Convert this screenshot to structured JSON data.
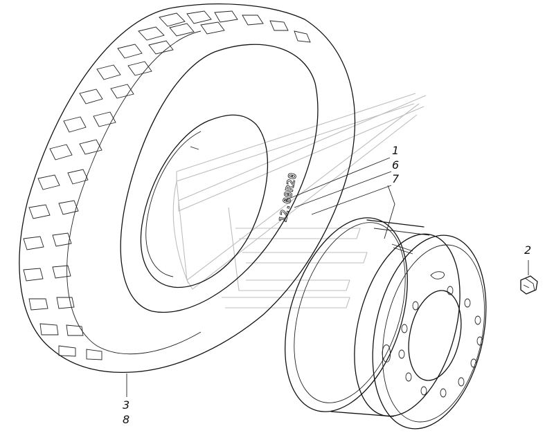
{
  "callouts": {
    "c1": "1",
    "c6": "6",
    "c7": "7",
    "c2": "2",
    "c3": "3",
    "c8": "8"
  },
  "tire_sidewall_marking": "12.00R20",
  "colors": {
    "line": "#111111",
    "watermark": "#bdbdbd",
    "background": "#ffffff"
  },
  "parts": [
    "tire",
    "wheel-rim",
    "valve-cap"
  ]
}
